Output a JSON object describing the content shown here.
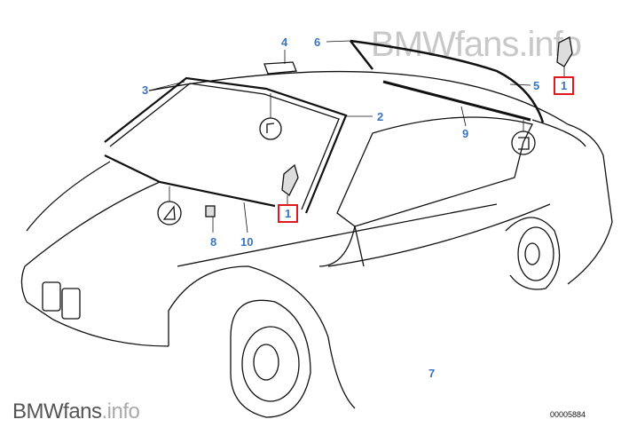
{
  "watermark": {
    "brand": "BMWfans",
    "suffix": ".info"
  },
  "part_number": "00005884",
  "callouts": {
    "c1_top": "1",
    "c1_mid": "1",
    "c2": "2",
    "c3": "3",
    "c4": "4",
    "c5": "5",
    "c6": "6",
    "c7": "7",
    "c8": "8",
    "c9": "9",
    "c10": "10"
  },
  "colors": {
    "callout": "#3b74bf",
    "highlight_box": "#e0191e"
  }
}
